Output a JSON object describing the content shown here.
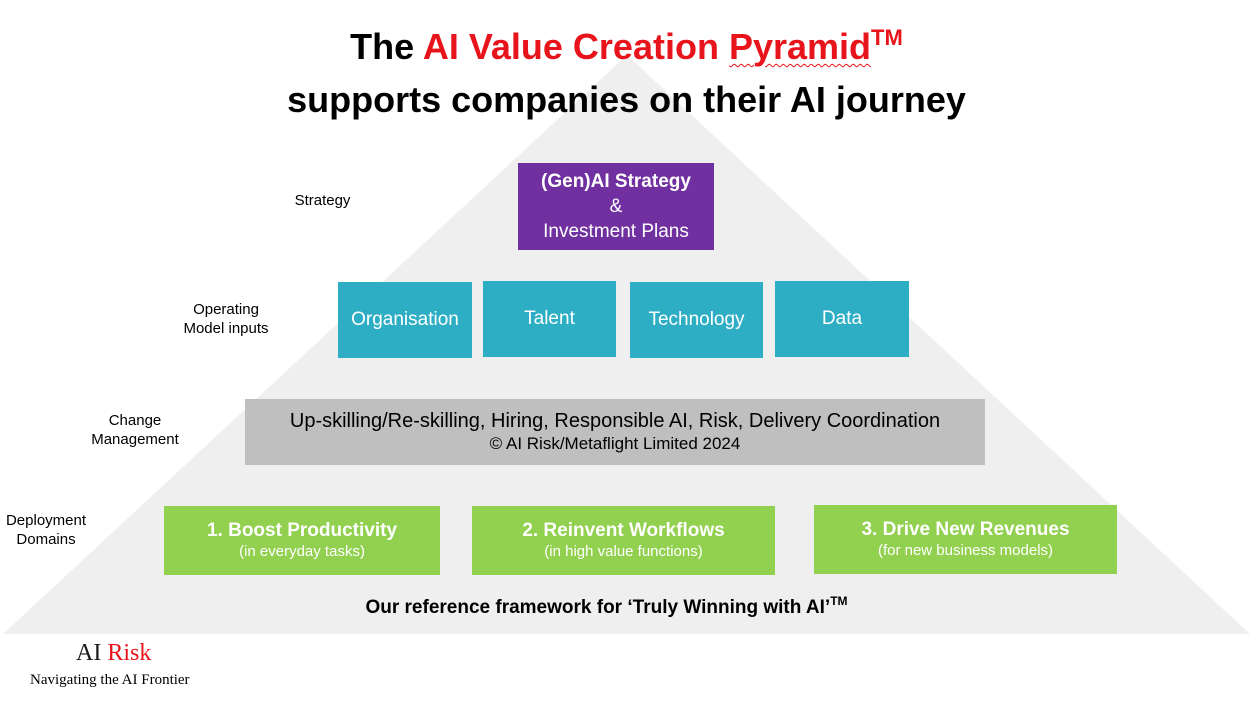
{
  "title": {
    "the": "The",
    "highlight": "AI Value Creation",
    "pyramid_word": "Pyramid",
    "tm": "TM",
    "line2": "supports companies on their AI journey"
  },
  "labels": {
    "strategy": "Strategy",
    "operating_1": "Operating",
    "operating_2": "Model inputs",
    "change_1": "Change",
    "change_2": "Management",
    "deploy_1": "Deployment",
    "deploy_2": "Domains"
  },
  "strategy_box": {
    "line1": "(Gen)AI Strategy",
    "line2": "&",
    "line3": "Investment Plans"
  },
  "inputs": [
    "Organisation",
    "Talent",
    "Technology",
    "Data"
  ],
  "change_box": {
    "line1": "Up-skilling/Re-skilling, Hiring, Responsible AI, Risk, Delivery Coordination",
    "line2": "© AI Risk/Metaflight Limited 2024"
  },
  "domains": [
    {
      "title": "1. Boost Productivity",
      "sub": "(in everyday tasks)"
    },
    {
      "title": "2. Reinvent Workflows",
      "sub": "(in high value functions)"
    },
    {
      "title": "3. Drive New Revenues",
      "sub": "(for new business models)"
    }
  ],
  "footer": {
    "text": "Our reference framework for ‘Truly Winning with AI’",
    "tm": "TM"
  },
  "logo": {
    "ai": "AI",
    "risk": "Risk",
    "tagline": "Navigating the AI Frontier"
  },
  "colors": {
    "pyramid": "#efefef",
    "purple": "#7030a0",
    "teal": "#2eaec4",
    "gray": "#bfbfbf",
    "green": "#92d050",
    "red": "#e8141b"
  }
}
